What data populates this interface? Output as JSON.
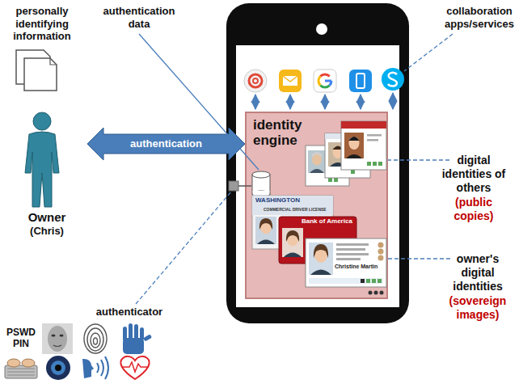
{
  "diagram": {
    "nodes": [
      {
        "text": [
          "Owner",
          "(Chris)"
        ]
      },
      {
        "text": [
          "identity engine"
        ]
      }
    ],
    "edges": [
      {
        "from": 0,
        "to": 1,
        "arrow": "both",
        "label": "authentication"
      }
    ],
    "labels": [
      "personally identifying information",
      "authentication data",
      "collaboration apps/services",
      "digital identities of others",
      "(public copies)",
      "owner's digital identities",
      "(sovereign images)",
      "authenticator",
      "PSWD PIN",
      "WASHINGTON",
      "COMMERCIAL DRIVER LICENSE",
      "Bank of America",
      "Christine Martin"
    ]
  }
}
